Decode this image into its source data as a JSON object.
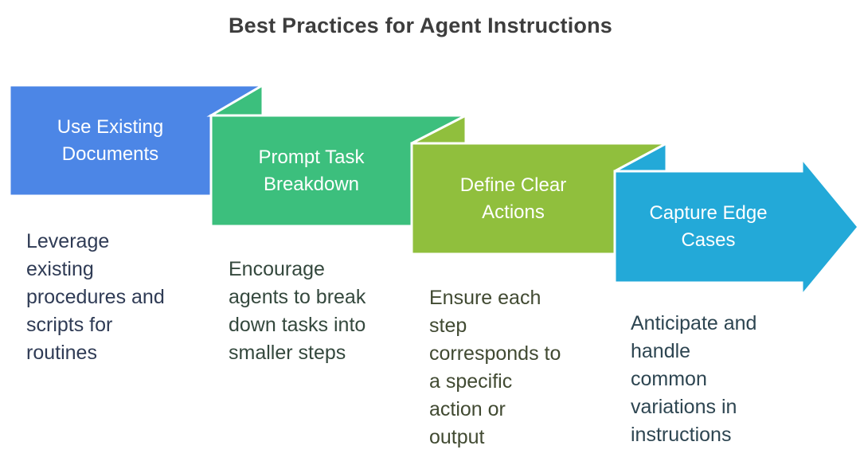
{
  "title": "Best Practices for Agent Instructions",
  "colors": {
    "background": "#ffffff",
    "title_text": "#3d3d3d",
    "label_text": "#ffffff",
    "shape_outline": "#ffffff"
  },
  "steps": [
    {
      "label": "Use Existing Documents",
      "label_lines": [
        "Use Existing",
        "Documents"
      ],
      "description": "Leverage existing procedures and scripts for routines",
      "description_lines": [
        "Leverage",
        "existing",
        "procedures and",
        "scripts for",
        "routines"
      ],
      "shape_color": "#4c86e6",
      "description_color": "#2f3b55"
    },
    {
      "label": "Prompt Task Breakdown",
      "label_lines": [
        "Prompt Task",
        "Breakdown"
      ],
      "description": "Encourage agents to break down tasks into smaller steps",
      "description_lines": [
        "Encourage",
        "agents to break",
        "down tasks into",
        "smaller steps"
      ],
      "shape_color": "#3cbf7d",
      "description_color": "#34483d"
    },
    {
      "label": "Define Clear Actions",
      "label_lines": [
        "Define Clear",
        "Actions"
      ],
      "description": "Ensure each step corresponds to a specific action or output",
      "description_lines": [
        "Ensure each",
        "step",
        "corresponds to",
        "a specific",
        "action or",
        "output"
      ],
      "shape_color": "#90bf3d",
      "description_color": "#414a32"
    },
    {
      "label": "Capture Edge Cases",
      "label_lines": [
        "Capture Edge",
        "Cases"
      ],
      "description": "Anticipate and handle common variations in instructions",
      "description_lines": [
        "Anticipate and",
        "handle",
        "common",
        "variations in",
        "instructions"
      ],
      "shape_color": "#23a9d8",
      "description_color": "#2d4551"
    }
  ]
}
